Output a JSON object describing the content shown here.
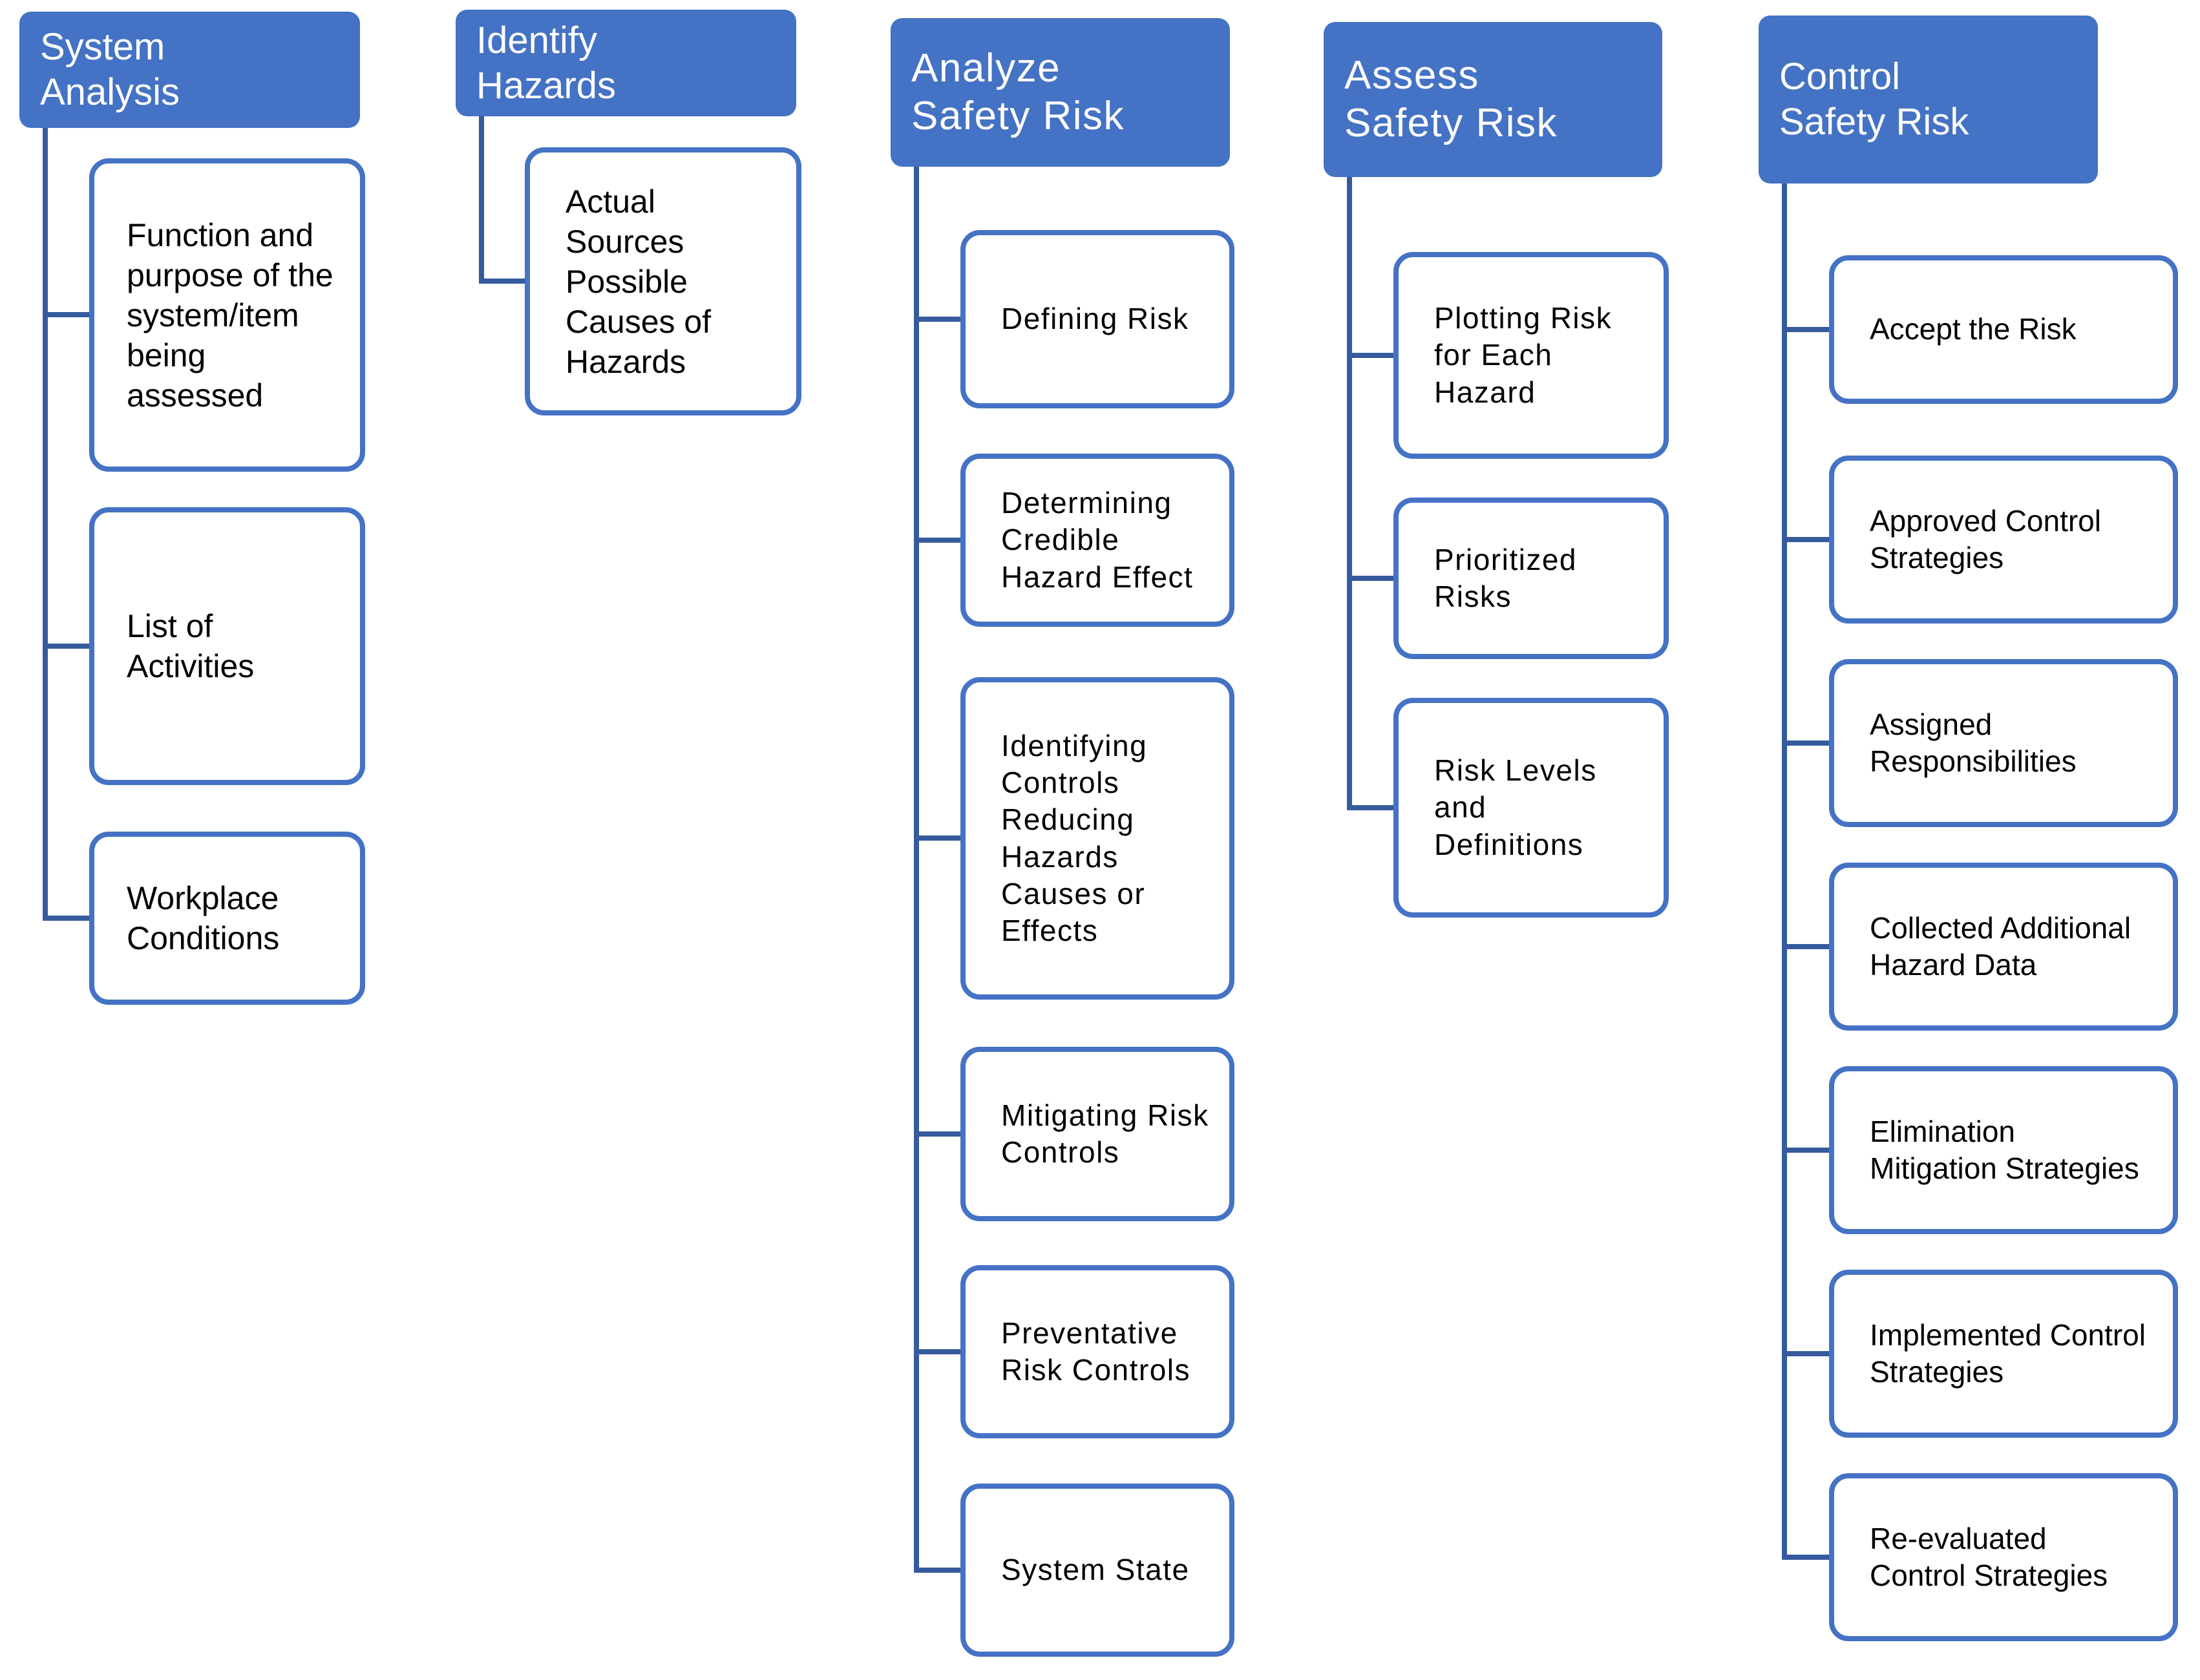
{
  "diagram_type": "hierarchy",
  "colors": {
    "header_fill": "#4472C4",
    "header_text": "#FFFFFF",
    "child_border": "#4472C4",
    "child_fill": "#FFFFFF",
    "child_text": "#000000",
    "connector": "#355B9C",
    "background": "#FFFFFF"
  },
  "columns": [
    {
      "title": "System Analysis",
      "children": [
        "Function and purpose of the system/item being assessed",
        "List of Activities",
        "Workplace Conditions"
      ]
    },
    {
      "title": "Identify Hazards",
      "children": [
        "Actual Sources Possible Causes of Hazards"
      ]
    },
    {
      "title": "Analyze Safety Risk",
      "children": [
        "Defining Risk",
        "Determining Credible Hazard Effect",
        "Identifying Controls Reducing Hazards Causes or Effects",
        "Mitigating Risk Controls",
        "Preventative Risk Controls",
        "System State"
      ]
    },
    {
      "title": "Assess Safety Risk",
      "children": [
        "Plotting Risk for Each Hazard",
        "Prioritized Risks",
        "Risk Levels and Definitions"
      ]
    },
    {
      "title": "Control Safety Risk",
      "children": [
        "Accept the Risk",
        "Approved Control Strategies",
        "Assigned Responsibilities",
        "Collected Additional Hazard Data",
        "Elimination Mitigation Strategies",
        "Implemented Control Strategies",
        "Re-evaluated Control Strategies"
      ]
    }
  ]
}
